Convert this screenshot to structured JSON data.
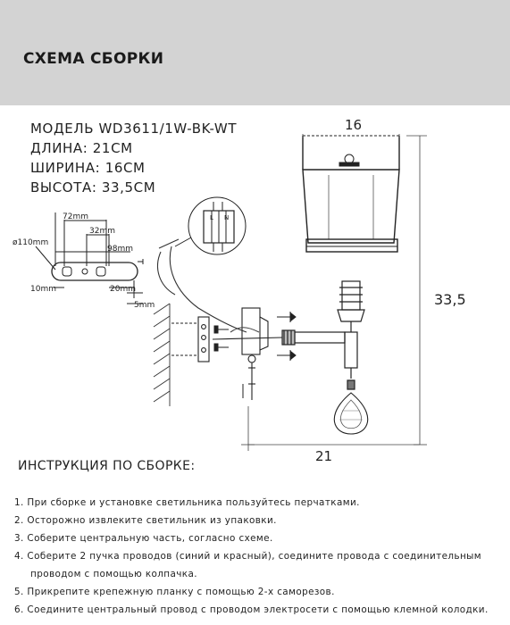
{
  "header": {
    "title": "СХЕМА СБОРКИ"
  },
  "specs": {
    "model": "МОДЕЛЬ WD3611/1W-BK-WT",
    "length": "ДЛИНА: 21СМ",
    "width": "ШИРИНА: 16СМ",
    "height": "ВЫСОТА: 33,5СМ"
  },
  "dimensions": {
    "top": "16",
    "side": "33,5",
    "bottom": "21"
  },
  "plate": {
    "d110": "ø110mm",
    "d72": "72mm",
    "d32": "32mm",
    "d98": "98mm",
    "d10": "10mm",
    "d20": "20mm",
    "d5": "5mm"
  },
  "terminal": {
    "l": "L",
    "n": "N"
  },
  "instructions": {
    "title": "ИНСТРУКЦИЯ ПО СБОРКЕ:",
    "steps": [
      {
        "text": "1. При сборке и установке светильника пользуйтесь перчатками."
      },
      {
        "text": "2. Осторожно извлеките светильник из упаковки."
      },
      {
        "text": "3. Соберите центральную часть, согласно схеме."
      },
      {
        "text": "4. Соберите 2 пучка проводов (синий и красный), соедините провода с соединительным",
        "cont": "проводом с помощью колпачка."
      },
      {
        "text": "5. Прикрепите крепежную планку с помощью 2-х саморезов."
      },
      {
        "text": "6. Соедините центральный провод с проводом электросети с помощью клемной колодки."
      }
    ]
  }
}
